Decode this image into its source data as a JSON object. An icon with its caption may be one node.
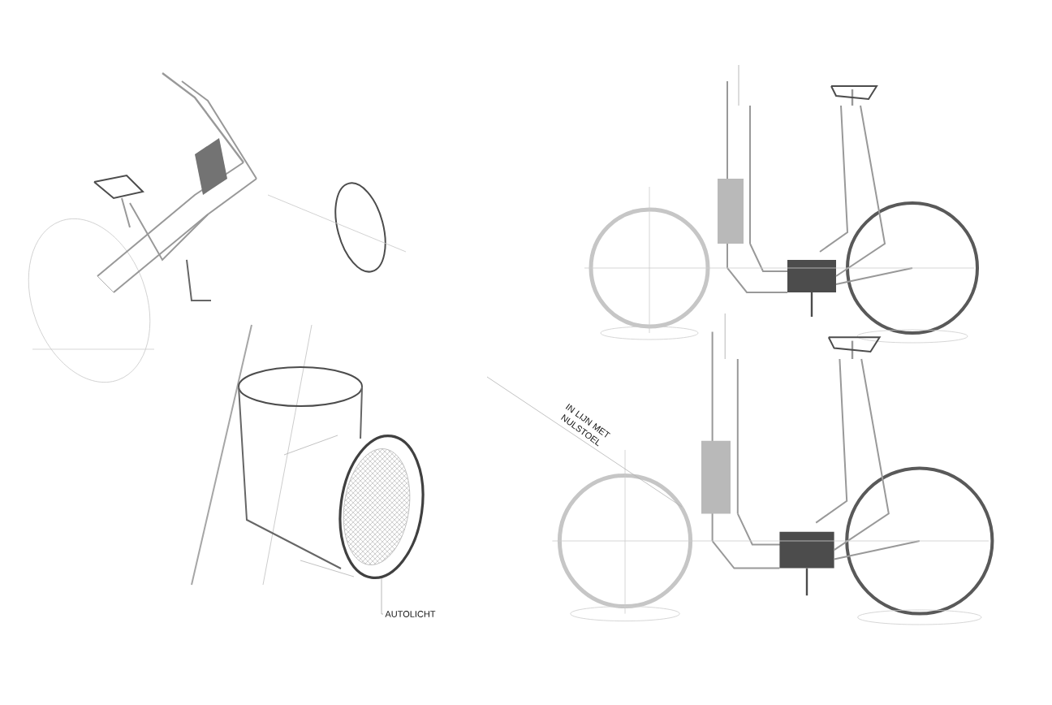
{
  "diagram": {
    "nodes": [
      {
        "text": [
          "AUTOLICHT"
        ]
      },
      {
        "text": [],
        "shape": "circle"
      }
    ],
    "edges": [
      {
        "from": 0,
        "to": 1,
        "arrow": "none"
      }
    ],
    "labels": [
      "IN LIJN MET NULSTOEL"
    ]
  }
}
